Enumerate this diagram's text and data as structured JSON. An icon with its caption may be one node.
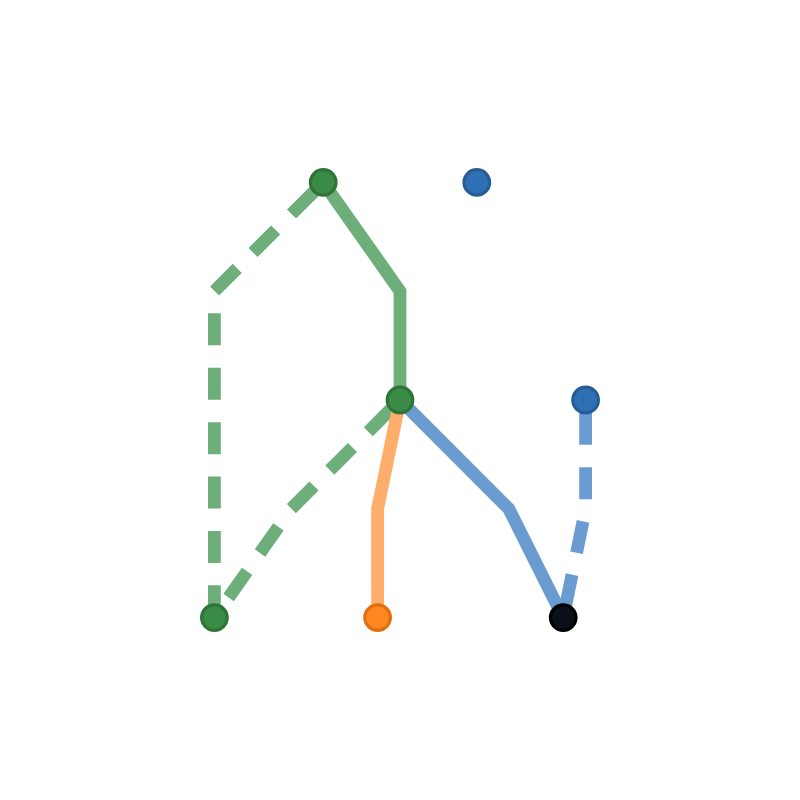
{
  "diagram": {
    "nodes": [
      {
        "text": [],
        "shape": "circle"
      },
      {
        "text": [],
        "shape": "circle"
      },
      {
        "text": [],
        "shape": "circle"
      },
      {
        "text": [],
        "shape": "circle"
      },
      {
        "text": [],
        "shape": "circle"
      },
      {
        "text": [],
        "shape": "circle"
      },
      {
        "text": [],
        "shape": "circle"
      }
    ],
    "edges": [
      {
        "from": 0,
        "to": 2,
        "arrow": "none"
      },
      {
        "from": 0,
        "to": 3,
        "arrow": "none",
        "style": "dashed"
      },
      {
        "from": 2,
        "to": 3,
        "arrow": "none",
        "style": "dashed"
      },
      {
        "from": 2,
        "to": 4,
        "arrow": "none",
        "color": "#ffad6b"
      },
      {
        "from": 2,
        "to": 5,
        "arrow": "none",
        "color": "#6a9bd1"
      },
      {
        "from": 1,
        "to": 5,
        "arrow": "none",
        "style": "dashed",
        "color": "#6a9bd1"
      }
    ]
  }
}
